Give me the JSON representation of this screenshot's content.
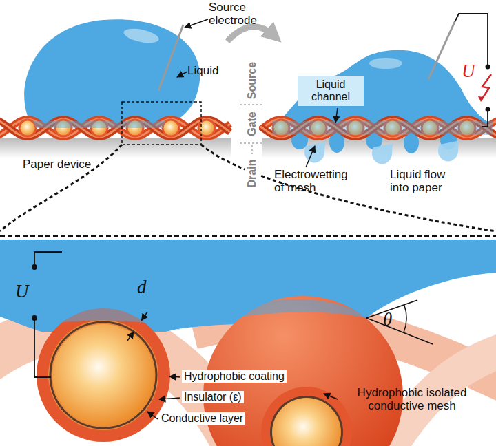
{
  "diagram": {
    "nodes": [
      {
        "text": [
          "Liquid channel"
        ]
      },
      {
        "text": [
          "Hydrophobic coating"
        ]
      },
      {
        "text": [
          "Insulator (ε)"
        ]
      },
      {
        "text": [
          "Conductive layer"
        ]
      }
    ],
    "labels": [
      "Source electrode",
      "Liquid",
      "Paper device",
      "Source",
      "Gate",
      "Drain",
      "U",
      "Electrowetting of mesh",
      "Liquid flow into paper",
      "U",
      "d",
      "θ",
      "Hydrophobic isolated conductive mesh"
    ]
  }
}
